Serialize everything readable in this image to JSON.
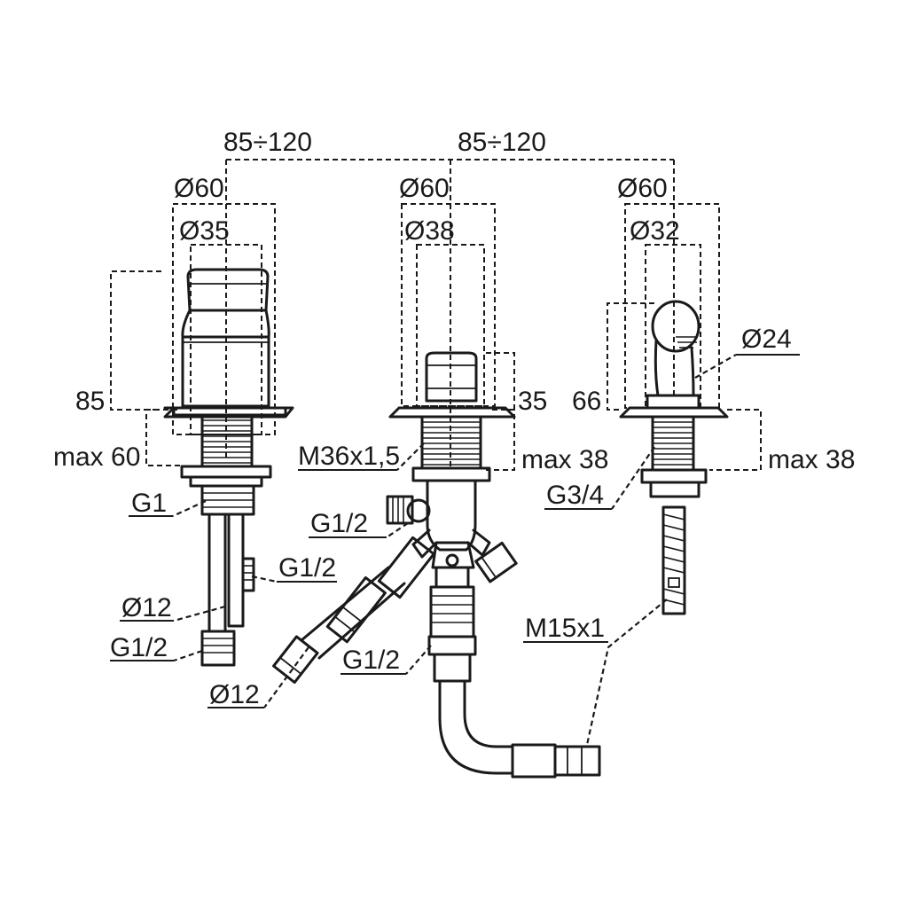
{
  "labels": {
    "span_left": "85÷120",
    "span_right": "85÷120",
    "left_outer_dia": "Ø60",
    "left_inner_dia": "Ø35",
    "mid_outer_dia": "Ø60",
    "mid_inner_dia": "Ø38",
    "right_outer_dia": "Ø60",
    "right_inner_dia": "Ø32",
    "left_height": "85",
    "left_max": "max 60",
    "mid_height": "35",
    "mid_max": "max 38",
    "mid_thread": "M36x1,5",
    "right_spout_dia": "Ø24",
    "right_height": "66",
    "right_max": "max 38",
    "right_thread": "G3/4",
    "left_g1": "G1",
    "left_g12_side": "G1/2",
    "left_dia12": "Ø12",
    "left_g12_bottom": "G1/2",
    "mid_g12_upper": "G1/2",
    "mid_g12_lower": "G1/2",
    "mid_dia12": "Ø12",
    "hose_thread": "M15x1"
  }
}
